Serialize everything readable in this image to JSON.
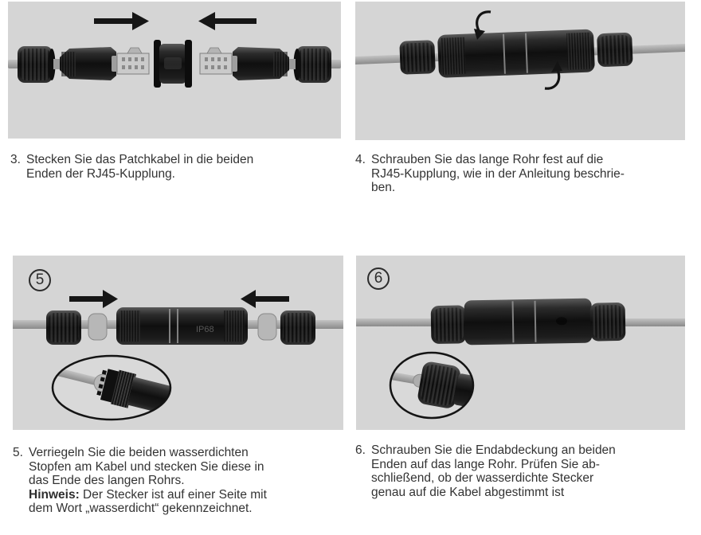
{
  "colors": {
    "page_background": "#ffffff",
    "photo_background": "#d5d5d5",
    "text": "#333333",
    "connector_black": "#141414",
    "cable_gray": "#a3a3a3"
  },
  "panels": [
    {
      "id": "step3",
      "caption_number": "3.",
      "caption_text": "Stecken Sie das Patchkabel in die beiden\nEnden der RJ45-Kupplung."
    },
    {
      "id": "step4",
      "caption_number": "4.",
      "caption_text": "Schrauben Sie das lange Rohr fest auf die\nRJ45-Kupplung, wie in der Anleitung beschrie-\nben."
    },
    {
      "id": "step5",
      "badge": "5",
      "tube_marking": "IP68",
      "caption_number": "5.",
      "caption_text": "Verriegeln Sie die beiden wasserdichten\nStopfen am Kabel und stecken Sie diese in\ndas Ende des langen Rohrs.",
      "note_label": "Hinweis:",
      "note_text": " Der Stecker ist auf einer Seite mit\ndem Wort „wasserdicht“ gekennzeichnet."
    },
    {
      "id": "step6",
      "badge": "6",
      "caption_number": "6.",
      "caption_text": "Schrauben Sie die Endabdeckung an beiden\nEnden auf das lange Rohr. Prüfen Sie ab-\nschließend, ob der wasserdichte Stecker\ngenau auf die Kabel abgestimmt ist"
    }
  ]
}
